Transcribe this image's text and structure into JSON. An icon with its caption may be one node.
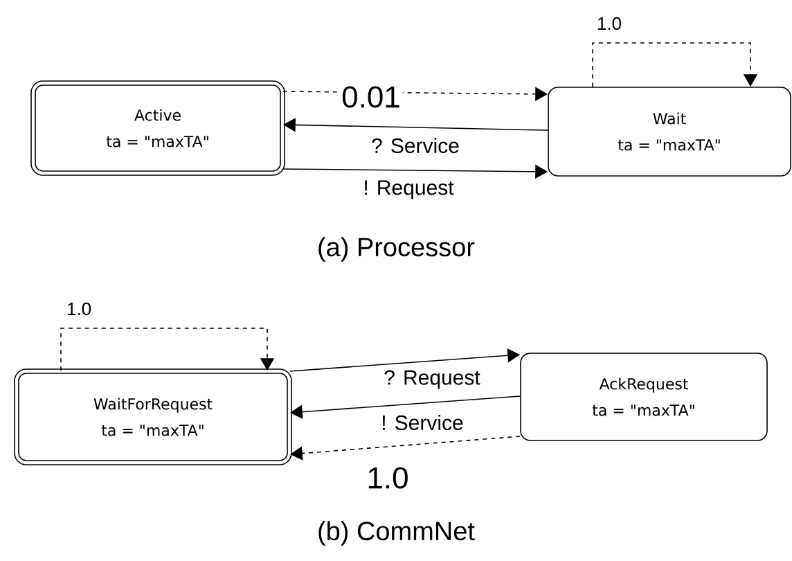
{
  "diagram": {
    "nodes": [
      {
        "text": [
          "Active",
          "ta = \"maxTA\""
        ]
      },
      {
        "text": [
          "Wait",
          "ta = \"maxTA\""
        ]
      },
      {
        "text": [
          "WaitForRequest",
          "ta = \"maxTA\""
        ]
      },
      {
        "text": [
          "AckRequest",
          "ta = \"maxTA\""
        ]
      }
    ],
    "edges": [
      {
        "from": 0,
        "to": 1,
        "arrow": "to",
        "label": "0.01",
        "style": "dashed"
      },
      {
        "from": 1,
        "to": 0,
        "arrow": "to",
        "label": "? Service"
      },
      {
        "from": 0,
        "to": 1,
        "arrow": "to",
        "label": "! Request"
      },
      {
        "from": 1,
        "to": 1,
        "arrow": "to",
        "label": "1.0",
        "style": "dashed"
      },
      {
        "from": 2,
        "to": 2,
        "arrow": "to",
        "label": "1.0",
        "style": "dashed"
      },
      {
        "from": 2,
        "to": 3,
        "arrow": "to",
        "label": "? Request"
      },
      {
        "from": 3,
        "to": 2,
        "arrow": "to",
        "label": "! Service"
      },
      {
        "from": 3,
        "to": 2,
        "arrow": "to",
        "label": "1.0",
        "style": "dashed"
      }
    ],
    "labels": [
      "(a) Processor",
      "(b) CommNet"
    ]
  }
}
